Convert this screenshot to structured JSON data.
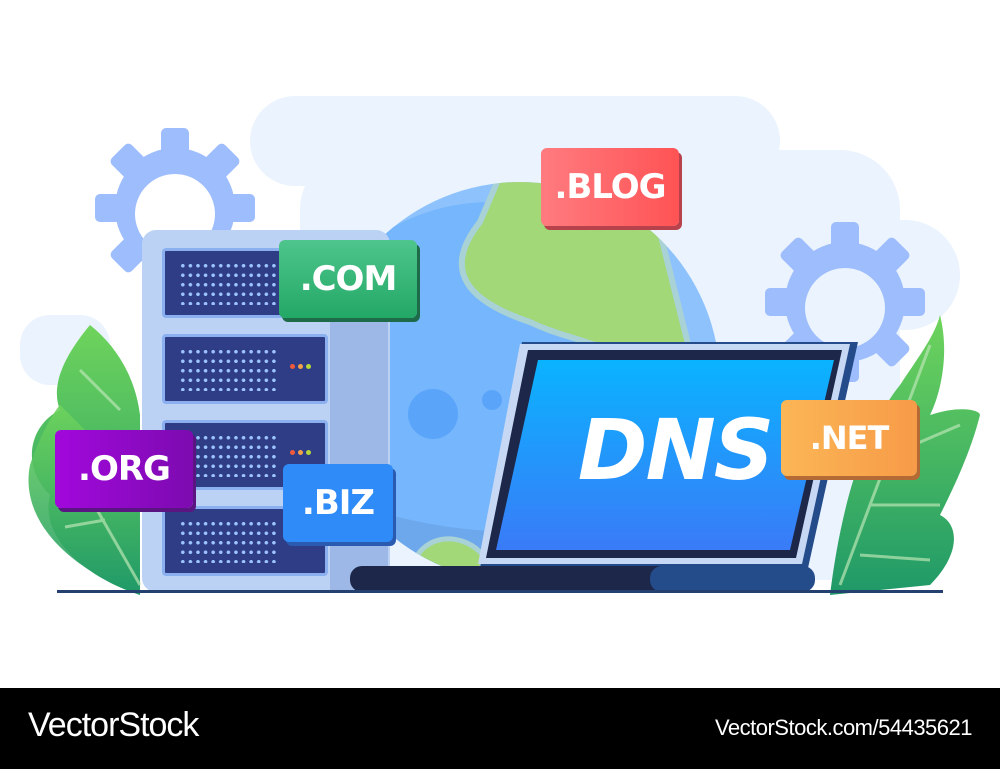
{
  "illustration": {
    "subject": "DNS domain name system concept",
    "laptop_screen_text": "DNS",
    "domain_tags": [
      {
        "label": ".BLOG",
        "color": "#ff5a5f"
      },
      {
        "label": ".COM",
        "color": "#2fb574"
      },
      {
        "label": ".ORG",
        "color": "#8a0fc4"
      },
      {
        "label": ".BIZ",
        "color": "#2f8bf7"
      },
      {
        "label": ".NET",
        "color": "#f9a04a"
      }
    ],
    "icons": [
      "gear-icon",
      "gear-icon",
      "server-rack-icon",
      "globe-icon",
      "laptop-icon",
      "leaf-icon"
    ],
    "colors": {
      "background_cloud": "#eaf3fe",
      "gear": "#9ebdfd",
      "globe": "#76b6fc",
      "land": "#a2d877",
      "server_body": "#bcd2f5",
      "server_unit": "#2f3c86",
      "laptop_frame": "#1c2749",
      "laptop_screen": "#1e90ff",
      "leaf": "#4cc066",
      "ground_line": "#24406f"
    }
  },
  "footer": {
    "brand": "VectorStock",
    "stock_id": "VectorStock.com/54435621"
  }
}
